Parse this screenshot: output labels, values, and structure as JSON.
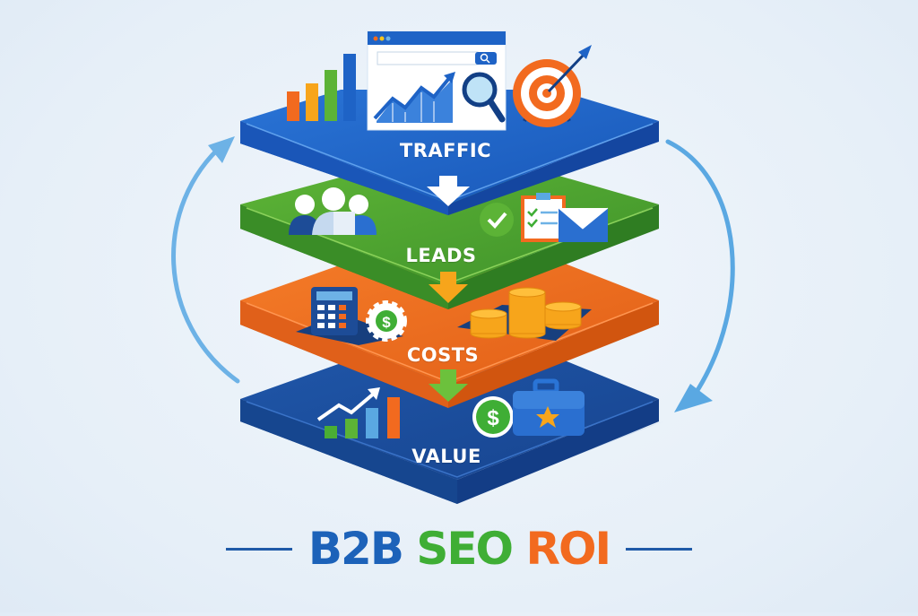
{
  "title": {
    "words": [
      "B2B",
      "SEO",
      "ROI"
    ],
    "colors": [
      "#1c62b9",
      "#3fae35",
      "#f26a1f"
    ]
  },
  "layers": [
    {
      "label": "TRAFFIC",
      "color": "#1e63c6",
      "icons": [
        "bar-chart-icon",
        "browser-search-window-icon",
        "trend-line-chart-icon",
        "magnifying-glass-icon",
        "target-with-arrow-icon"
      ]
    },
    {
      "label": "LEADS",
      "color": "#4a9e2c",
      "icons": [
        "people-group-icon",
        "checkmark-circle-icon",
        "clipboard-checklist-icon",
        "envelope-icon"
      ]
    },
    {
      "label": "COSTS",
      "color": "#ef6a1c",
      "icons": [
        "calculator-icon",
        "dollar-gear-icon",
        "coin-stacks-icon"
      ]
    },
    {
      "label": "VALUE",
      "color": "#1a4c9c",
      "icons": [
        "growth-chart-arrow-icon",
        "dollar-circle-icon",
        "briefcase-star-icon"
      ]
    }
  ],
  "flow_arrows": {
    "left": "cycle-arrow-up",
    "right": "cycle-arrow-down",
    "color": "#5aa8e2"
  }
}
